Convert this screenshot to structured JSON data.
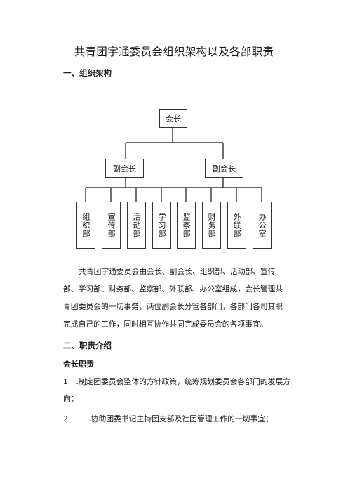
{
  "document": {
    "title": "共青团宇通委员会组织架构以及各部职责",
    "section1": "一、组织架构",
    "org": {
      "president": "会长",
      "vice_presidents": [
        "副会长",
        "副会长"
      ],
      "departments": [
        "组织部",
        "宣传部",
        "活动部",
        "学习部",
        "监察部",
        "财务部",
        "外联部",
        "办公室"
      ]
    },
    "intro": "共青团宇通委员会由会长、副会长、组织部、活动部、宣传部、学习部、财务部、监察部、外联部、办公室组成，会长管理共青团委员会的一切事务，两位副会长分管各部门，各部门各司其职完成自己的工作，同时相互协作共同完成委员会的各项事宜。",
    "section2": "二、职责介绍",
    "sub1": "会长职责",
    "items": [
      {
        "num": "1",
        "text": ".制定团委员会整体的方针政策，统筹规划委员会各部门的发展方",
        "cont": "向；"
      },
      {
        "num": "2",
        "text": ".协助团委书记主持团支部及社团管理工作的一切事宜；"
      }
    ]
  }
}
